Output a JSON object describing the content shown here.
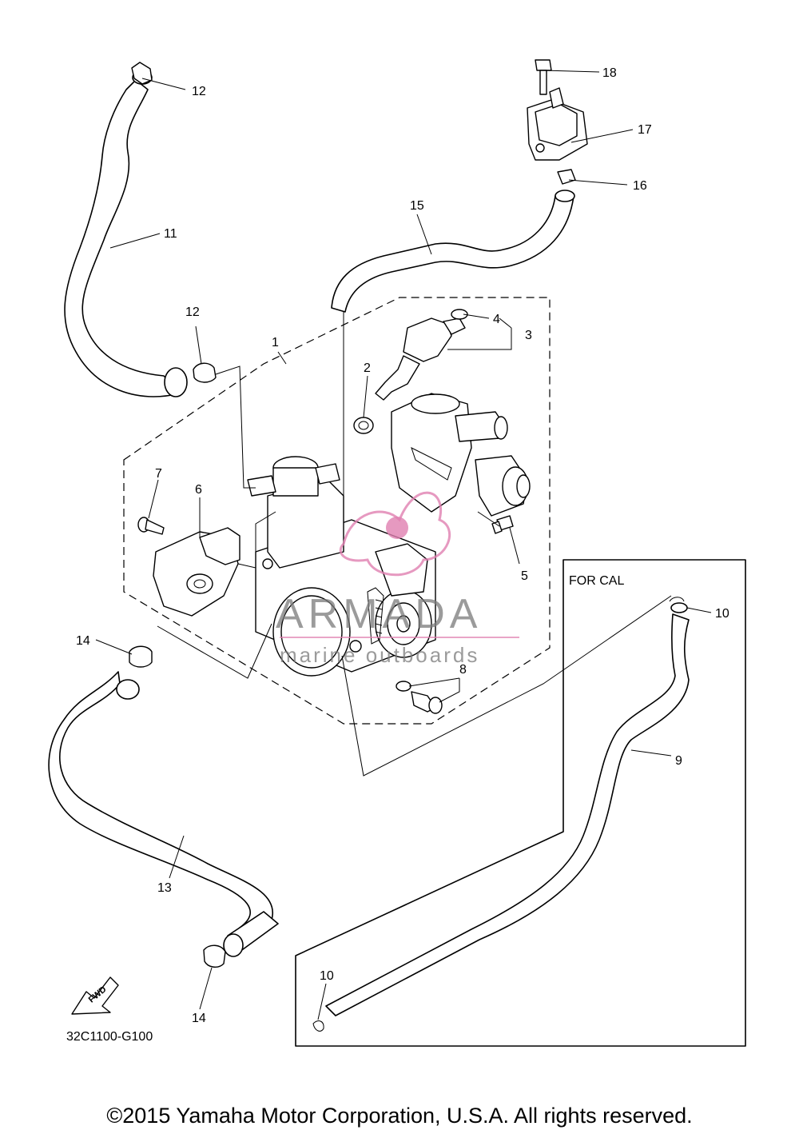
{
  "callouts": [
    {
      "id": "c1",
      "label": "1"
    },
    {
      "id": "c2",
      "label": "2"
    },
    {
      "id": "c3",
      "label": "3"
    },
    {
      "id": "c4",
      "label": "4"
    },
    {
      "id": "c5",
      "label": "5"
    },
    {
      "id": "c6",
      "label": "6"
    },
    {
      "id": "c7",
      "label": "7"
    },
    {
      "id": "c8",
      "label": "8"
    },
    {
      "id": "c9",
      "label": "9"
    },
    {
      "id": "c10a",
      "label": "10"
    },
    {
      "id": "c10b",
      "label": "10"
    },
    {
      "id": "c11",
      "label": "11"
    },
    {
      "id": "c12a",
      "label": "12"
    },
    {
      "id": "c12b",
      "label": "12"
    },
    {
      "id": "c13",
      "label": "13"
    },
    {
      "id": "c14a",
      "label": "14"
    },
    {
      "id": "c14b",
      "label": "14"
    },
    {
      "id": "c15",
      "label": "15"
    },
    {
      "id": "c16",
      "label": "16"
    },
    {
      "id": "c17",
      "label": "17"
    },
    {
      "id": "c18",
      "label": "18"
    }
  ],
  "inset": {
    "label": "FOR CAL"
  },
  "fwd_arrow": {
    "label": "FWD"
  },
  "diagram_code": "32C1100-G100",
  "watermark": {
    "brand": "ARMADA",
    "subtitle": "marine outboards",
    "accent_color": "#e07fb0"
  },
  "copyright": "©2015 Yamaha Motor Corporation, U.S.A. All rights reserved."
}
